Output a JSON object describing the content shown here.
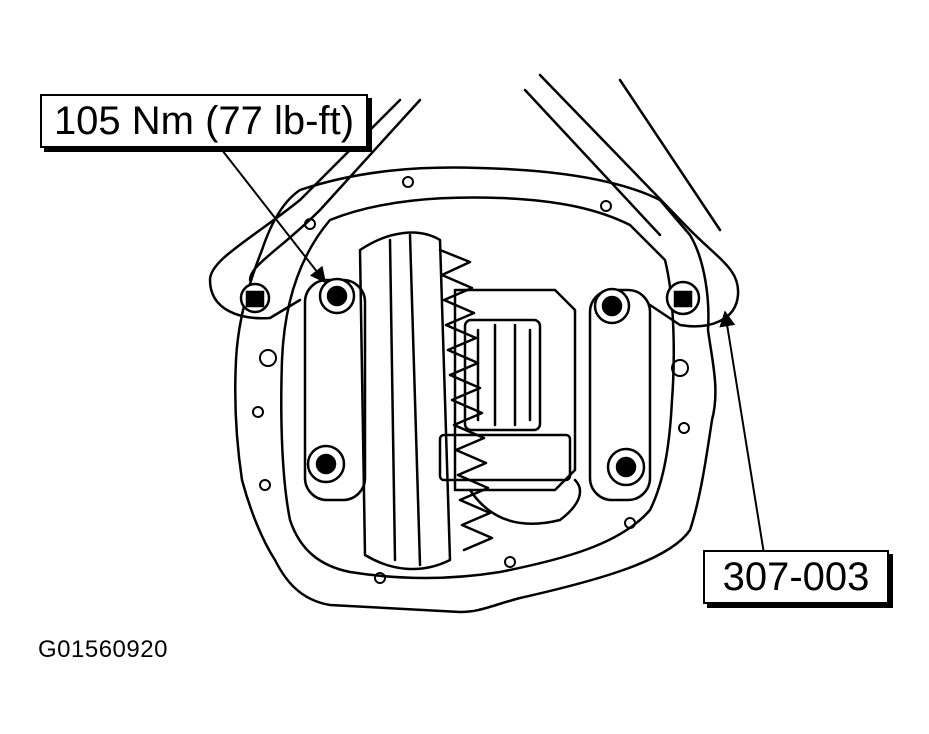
{
  "callouts": {
    "torque": "105 Nm (77 lb-ft)",
    "tool": "307-003"
  },
  "figure_id": "G01560920",
  "colors": {
    "line": "#000000",
    "background": "#ffffff"
  },
  "icons": [
    "bolt-icon",
    "arrow-icon"
  ]
}
